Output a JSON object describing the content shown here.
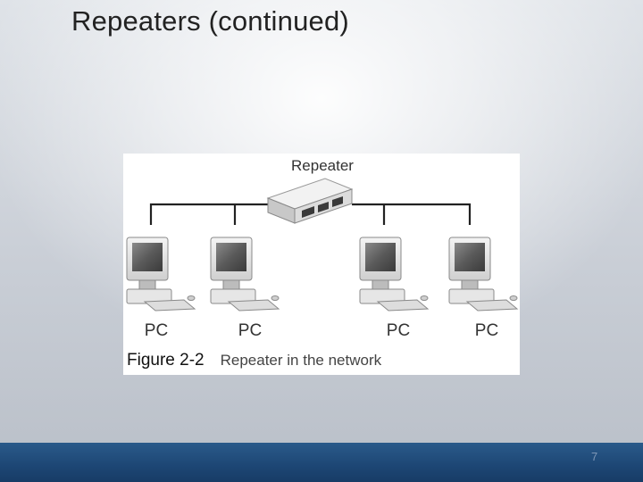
{
  "slide": {
    "title": "Repeaters (continued)",
    "number": "7"
  },
  "figure": {
    "repeater_label": "Repeater",
    "pc_labels": [
      "PC",
      "PC",
      "PC",
      "PC"
    ],
    "caption_number": "Figure 2-2",
    "caption_text": "Repeater in the network"
  },
  "colors": {
    "footer": "#1d4674",
    "cable": "#222222"
  }
}
